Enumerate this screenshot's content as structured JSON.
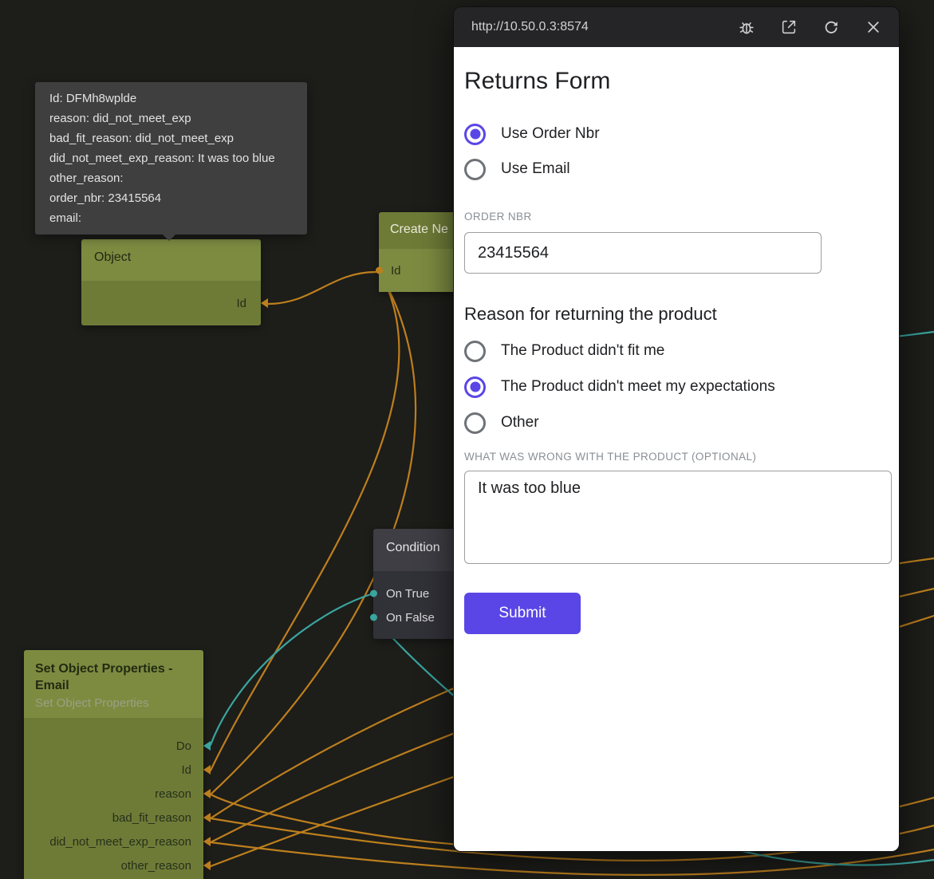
{
  "colors": {
    "accent": "#5a46e6",
    "canvas-bg": "#1d1d1a",
    "olive-light": "#7d8b41",
    "olive-dark": "#6e7b37",
    "gray-header": "#3e3e44",
    "gray-body": "#313138",
    "wire-orange": "#bd7f1d",
    "wire-teal": "#3aa49e",
    "tooltip-bg": "#3f3f3f",
    "chrome-bg": "#252528"
  },
  "canvas": {
    "tooltip_lines": [
      "Id: DFMh8wplde",
      "reason: did_not_meet_exp",
      "bad_fit_reason: did_not_meet_exp",
      "did_not_meet_exp_reason: It was too blue",
      "other_reason:",
      "order_nbr: 23415564",
      "email:"
    ],
    "object_node": {
      "title": "Object",
      "port": "Id"
    },
    "create_node": {
      "title": "Create Ne",
      "port": "Id"
    },
    "condition_node": {
      "title": "Condition",
      "ports": [
        "On True",
        "On False"
      ]
    },
    "set_node": {
      "title": "Set Object Properties - Email",
      "subtitle": "Set Object Properties",
      "ports": [
        "Do",
        "Id",
        "reason",
        "bad_fit_reason",
        "did_not_meet_exp_reason",
        "other_reason"
      ]
    }
  },
  "browser": {
    "url": "http://10.50.0.3:8574",
    "form": {
      "title": "Returns Form",
      "lookup": [
        {
          "label": "Use Order Nbr",
          "selected": true
        },
        {
          "label": "Use Email",
          "selected": false
        }
      ],
      "order_label": "ORDER NBR",
      "order_value": "23415564",
      "reason_heading": "Reason for returning the product",
      "reasons": [
        {
          "label": "The Product didn't fit me",
          "selected": false
        },
        {
          "label": "The Product didn't meet my expectations",
          "selected": true
        },
        {
          "label": "Other",
          "selected": false
        }
      ],
      "wrong_label": "WHAT WAS WRONG WITH THE PRODUCT (OPTIONAL)",
      "wrong_value": "It was too blue",
      "submit": "Submit"
    }
  }
}
